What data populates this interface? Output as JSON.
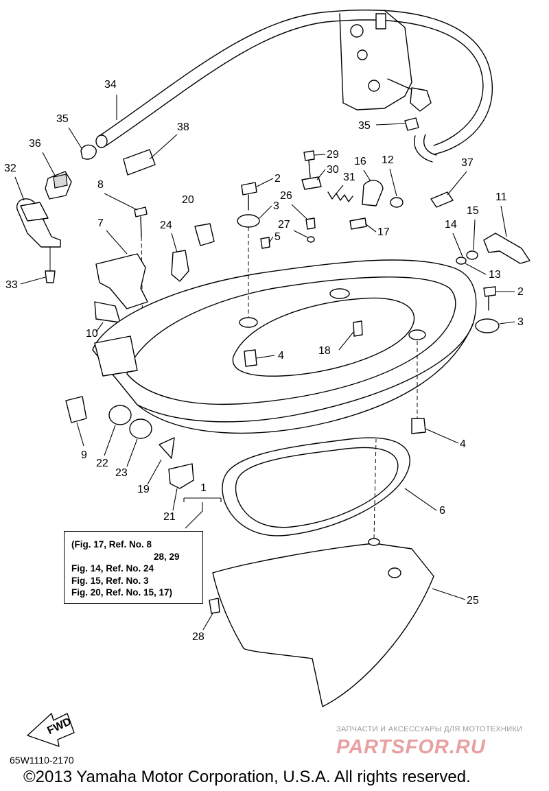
{
  "callouts": [
    {
      "id": "34",
      "text": "34"
    },
    {
      "id": "35a",
      "text": "35"
    },
    {
      "id": "36",
      "text": "36"
    },
    {
      "id": "32",
      "text": "32"
    },
    {
      "id": "38",
      "text": "38"
    },
    {
      "id": "8",
      "text": "8"
    },
    {
      "id": "20",
      "text": "20"
    },
    {
      "id": "7",
      "text": "7"
    },
    {
      "id": "24",
      "text": "24"
    },
    {
      "id": "33",
      "text": "33"
    },
    {
      "id": "10",
      "text": "10"
    },
    {
      "id": "9",
      "text": "9"
    },
    {
      "id": "22",
      "text": "22"
    },
    {
      "id": "23",
      "text": "23"
    },
    {
      "id": "19",
      "text": "19"
    },
    {
      "id": "21",
      "text": "21"
    },
    {
      "id": "1",
      "text": "1"
    },
    {
      "id": "2a",
      "text": "2"
    },
    {
      "id": "3a",
      "text": "3"
    },
    {
      "id": "26",
      "text": "26"
    },
    {
      "id": "5",
      "text": "5"
    },
    {
      "id": "27",
      "text": "27"
    },
    {
      "id": "29",
      "text": "29"
    },
    {
      "id": "30",
      "text": "30"
    },
    {
      "id": "31",
      "text": "31"
    },
    {
      "id": "16",
      "text": "16"
    },
    {
      "id": "12",
      "text": "12"
    },
    {
      "id": "17",
      "text": "17"
    },
    {
      "id": "35b",
      "text": "35"
    },
    {
      "id": "37",
      "text": "37"
    },
    {
      "id": "11",
      "text": "11"
    },
    {
      "id": "15",
      "text": "15"
    },
    {
      "id": "14",
      "text": "14"
    },
    {
      "id": "13",
      "text": "13"
    },
    {
      "id": "2b",
      "text": "2"
    },
    {
      "id": "3b",
      "text": "3"
    },
    {
      "id": "4a",
      "text": "4"
    },
    {
      "id": "18",
      "text": "18"
    },
    {
      "id": "4b",
      "text": "4"
    },
    {
      "id": "6",
      "text": "6"
    },
    {
      "id": "25",
      "text": "25"
    },
    {
      "id": "28",
      "text": "28"
    }
  ],
  "reference_box": {
    "lines": [
      "(Fig. 17, Ref. No. 8",
      "28, 29",
      "Fig. 14, Ref. No. 24",
      "Fig. 15, Ref. No. 3",
      "Fig. 20, Ref. No. 15, 17)"
    ]
  },
  "fwd_label": "FWD",
  "diagram_code": "65W1110-2170",
  "copyright": "©2013 Yamaha Motor Corporation, U.S.A. All rights reserved.",
  "watermark": {
    "tagline": "ЗАПЧАСТИ И АКСЕССУАРЫ ДЛЯ МОТОТЕХНИКИ",
    "logo": "PARTSFOR.RU"
  }
}
